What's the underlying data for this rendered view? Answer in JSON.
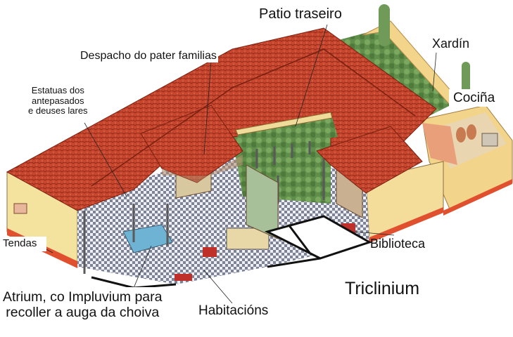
{
  "diagram": {
    "subject": "Roman domus cutaway illustration",
    "colors": {
      "roof_tile": "#c8452e",
      "roof_tile_dark": "#9e2f1d",
      "wall_cream": "#f4dd9a",
      "wall_base_red": "#e0502e",
      "floor_checker": "#d8dce6",
      "garden_green": "#5f8f4a",
      "background": "#ffffff",
      "label_text": "#111111"
    },
    "labels": {
      "estatuas": "Estatuas dos\nantepasados\ne deuses lares",
      "despacho": "Despacho do pater familias",
      "patio": "Patio traseiro",
      "xardin": "Xardín",
      "cocina": "Cociña",
      "tendas": "Tendas",
      "atrium": "Atrium, co Impluvium para\nrecoller a auga da choiva",
      "habitacions": "Habitacións",
      "biblioteca": "Biblioteca",
      "triclinium": "Triclinium"
    }
  }
}
